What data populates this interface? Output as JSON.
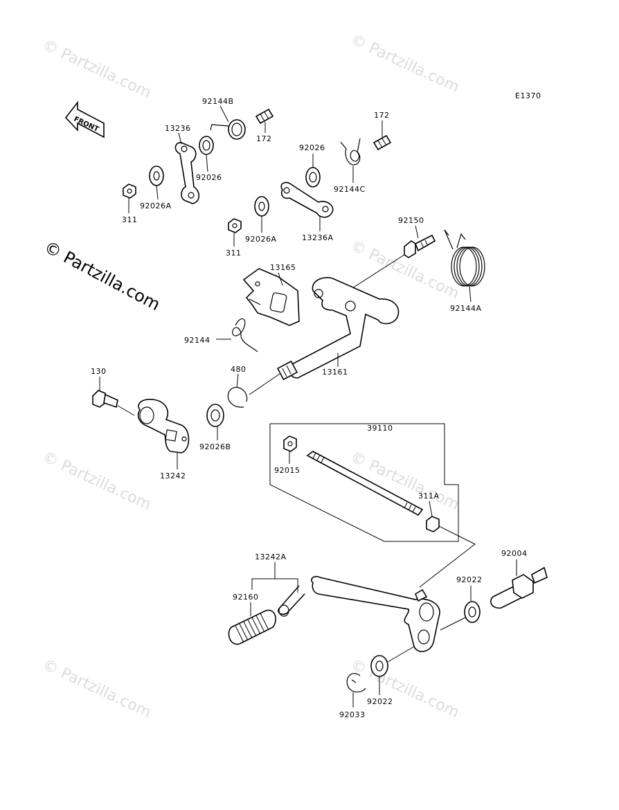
{
  "diagram": {
    "code": "E1370",
    "front_label": "FRONT",
    "watermark_main": "© Partzilla.com",
    "watermark_faint": "© Partzilla.com",
    "part_labels": {
      "p92144B": "92144B",
      "p172a": "172",
      "p172b": "172",
      "p13236": "13236",
      "p92026a": "92026",
      "p92026b": "92026",
      "p92026A_a": "92026A",
      "p92026A_b": "92026A",
      "p311a": "311",
      "p311b": "311",
      "p92144C": "92144C",
      "p13236A": "13236A",
      "p92150": "92150",
      "p13165": "13165",
      "p92144A": "92144A",
      "p92144": "92144",
      "p13161": "13161",
      "p130": "130",
      "p480": "480",
      "p92026B": "92026B",
      "p13242": "13242",
      "p39110": "39110",
      "p92015": "92015",
      "p311A": "311A",
      "p92004": "92004",
      "p13242A": "13242A",
      "p92022a": "92022",
      "p92022b": "92022",
      "p92160": "92160",
      "p92033": "92033"
    }
  }
}
